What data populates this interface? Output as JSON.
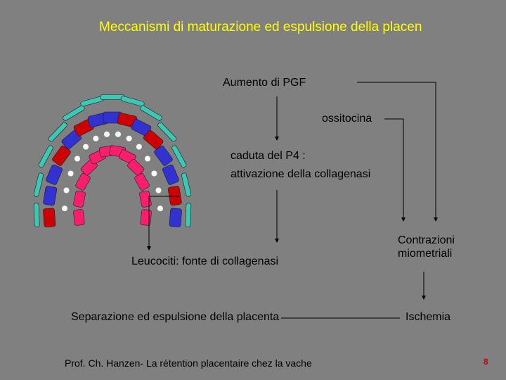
{
  "slide": {
    "title": "Meccanismi di maturazione ed espulsione della placen",
    "pgf": "Aumento di PGF",
    "oxytocin": "ossitocina",
    "p4_line1": "caduta del P4 :",
    "p4_line2": "attivazione della collagenasi",
    "leucocytes": "Leucociti: fonte di collagenasi",
    "contractions_line1": "Contrazioni",
    "contractions_line2": "miometriali",
    "separation": "Separazione ed espulsione della placenta",
    "ischemia": "Ischemia",
    "footer": "Prof. Ch. Hanzen- La rétention placentaire chez la vache",
    "page_number": "8"
  },
  "colors": {
    "background": "#808080",
    "title": "#ffff00",
    "outer_cells": "#3cc8b4",
    "red_cells": "#cc0000",
    "blue_cells": "#3232d2",
    "pink_cells": "#ff1e6e",
    "white_dots": "#ffffff",
    "page_number": "#cc0000"
  }
}
